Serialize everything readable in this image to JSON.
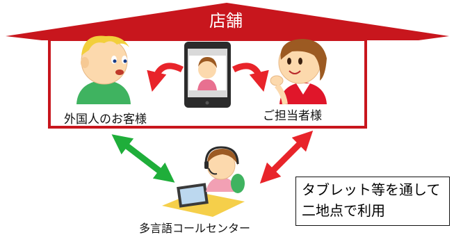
{
  "store": {
    "title": "店舗"
  },
  "people": {
    "customer_label": "外国人のお客様",
    "staff_label": "ご担当者様",
    "center_label": "多言語コールセンター"
  },
  "note": {
    "line1": "タブレット等を通して",
    "line2": "二地点で利用"
  },
  "colors": {
    "roof": "#c8161d",
    "arrow_red": "#e8242a",
    "arrow_green": "#1fae3a"
  }
}
